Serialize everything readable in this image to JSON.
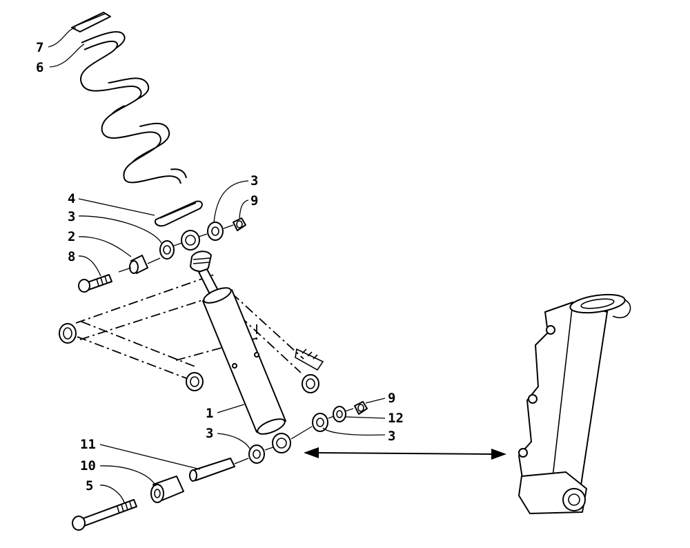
{
  "callouts": [
    {
      "id": "c7",
      "text": "7"
    },
    {
      "id": "c6",
      "text": "6"
    },
    {
      "id": "c4",
      "text": "4"
    },
    {
      "id": "c3a",
      "text": "3"
    },
    {
      "id": "c3b",
      "text": "3"
    },
    {
      "id": "c9a",
      "text": "9"
    },
    {
      "id": "c2",
      "text": "2"
    },
    {
      "id": "c8",
      "text": "8"
    },
    {
      "id": "c1",
      "text": "1"
    },
    {
      "id": "c3c",
      "text": "3"
    },
    {
      "id": "c9b",
      "text": "9"
    },
    {
      "id": "c12",
      "text": "12"
    },
    {
      "id": "c3d",
      "text": "3"
    },
    {
      "id": "c11",
      "text": "11"
    },
    {
      "id": "c10",
      "text": "10"
    },
    {
      "id": "c5",
      "text": "5"
    }
  ]
}
